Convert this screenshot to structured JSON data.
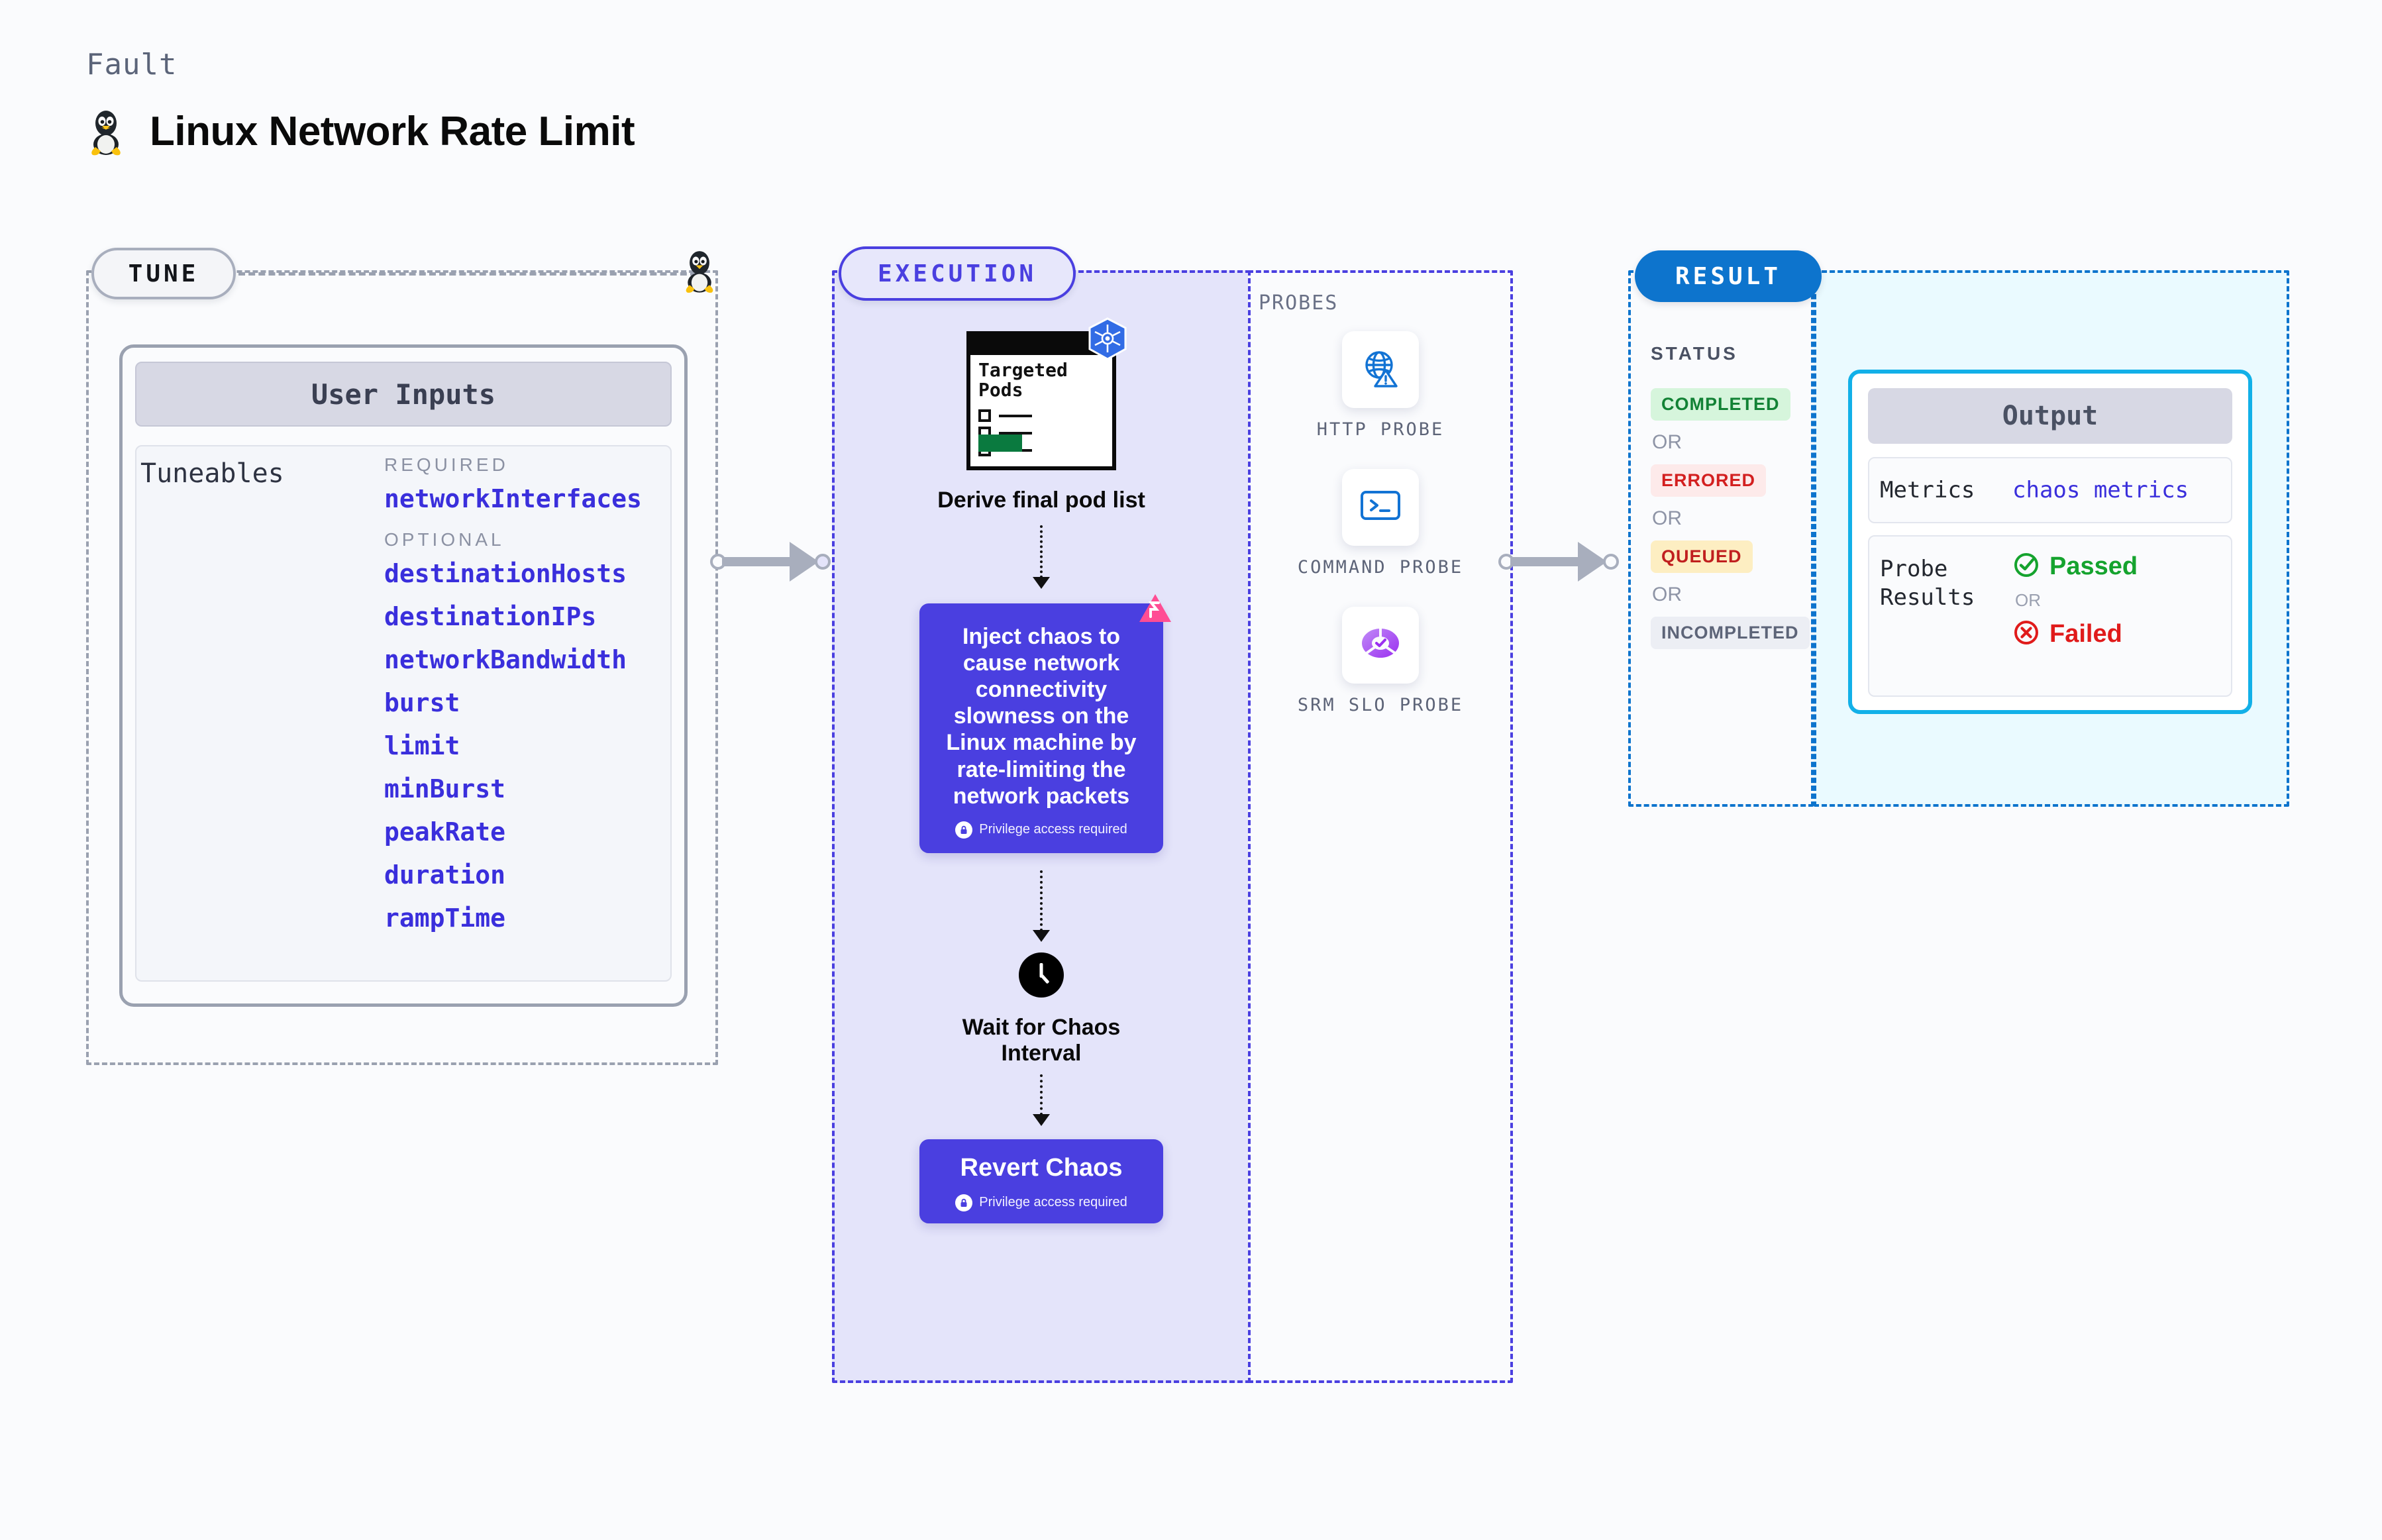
{
  "header": {
    "kicker": "Fault",
    "title": "Linux Network Rate Limit",
    "icon": "linux-penguin-icon"
  },
  "tune": {
    "badge": "TUNE",
    "card_title": "User Inputs",
    "tuneables_label": "Tuneables",
    "groups": [
      {
        "label": "REQUIRED",
        "items": [
          "networkInterfaces"
        ]
      },
      {
        "label": "OPTIONAL",
        "items": [
          "destinationHosts",
          "destinationIPs",
          "networkBandwidth",
          "burst",
          "limit",
          "minBurst",
          "peakRate",
          "duration",
          "rampTime"
        ]
      }
    ]
  },
  "execution": {
    "badge": "EXECUTION",
    "steps": {
      "pods_doc_title": "Targeted\nPods",
      "pods_doc_title_line1": "Targeted",
      "pods_doc_title_line2": "Pods",
      "derive_caption": "Derive final pod list",
      "inject_text": "Inject chaos to cause network connectivity slowness on the Linux machine by rate-limiting the network packets",
      "inject_privilege": "Privilege access required",
      "wait_caption": "Wait for Chaos Interval",
      "revert_title": "Revert Chaos",
      "revert_privilege": "Privilege access required"
    },
    "badges": {
      "kubernetes": "kubernetes-icon",
      "litmus": "litmus-chaos-icon",
      "clock": "clock-icon",
      "lock": "lock-icon"
    }
  },
  "probes": {
    "label": "PROBES",
    "items": [
      {
        "name": "HTTP PROBE",
        "icon": "globe-alert-icon"
      },
      {
        "name": "COMMAND PROBE",
        "icon": "terminal-icon"
      },
      {
        "name": "SRM SLO PROBE",
        "icon": "slo-donut-check-icon"
      }
    ]
  },
  "result": {
    "badge": "RESULT",
    "status_label": "STATUS",
    "or_label": "OR",
    "statuses": [
      {
        "label": "COMPLETED",
        "bg": "#d6f5dc",
        "fg": "#128235"
      },
      {
        "label": "ERRORED",
        "bg": "#fdeaea",
        "fg": "#d32020"
      },
      {
        "label": "QUEUED",
        "bg": "#fdeec2",
        "fg": "#c01f1f"
      },
      {
        "label": "INCOMPLETED",
        "bg": "#eceef4",
        "fg": "#5d6478"
      }
    ]
  },
  "output": {
    "title": "Output",
    "metrics_key": "Metrics",
    "metrics_value": "chaos metrics",
    "probe_results_key": "Probe Results",
    "probe_results_key_line1": "Probe",
    "probe_results_key_line2": "Results",
    "passed_label": "Passed",
    "failed_label": "Failed",
    "or_label": "OR",
    "passed_color": "#15a32e",
    "failed_color": "#e01b1b"
  },
  "colors": {
    "accent_purple": "#4a3fe0",
    "accent_blue": "#0d74cd",
    "accent_cyan": "#12b0e8",
    "grey_border": "#9aa1b0",
    "exec_bg": "#e4e4fa",
    "output_bg": "#eafaff"
  }
}
